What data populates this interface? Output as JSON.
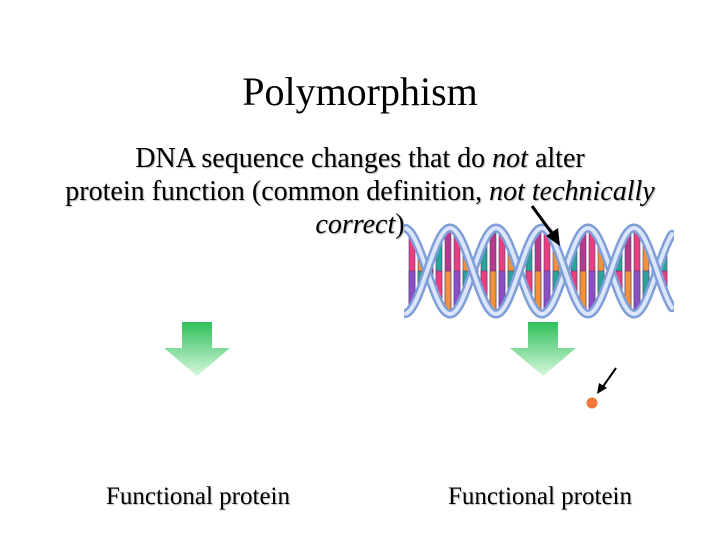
{
  "slide": {
    "title": "Polymorphism",
    "subtitle": {
      "line1_a": "DNA sequence changes that do ",
      "line1_em": "not",
      "line1_b": " alter",
      "line2_a": "protein function (common definition, ",
      "line2_em": "not technically",
      "line3_em": "correct",
      "line3_b": ")"
    },
    "left_label": "Functional protein",
    "right_label": "Functional protein"
  },
  "colors": {
    "arrow_green_top": "#2fbf5a",
    "arrow_green_bottom": "#d6f7dc",
    "dna_backbone": "#7f9ed8",
    "dna_backbone_light": "#dbe6fb",
    "base_colors": [
      "#ea3f7f",
      "#f0923a",
      "#8a4fc2",
      "#2aa39a",
      "#b43b8a"
    ],
    "dot": "#f07838"
  },
  "icons": {
    "dna": "dna-double-helix-icon",
    "down_arrow": "down-arrow-icon",
    "pointer": "pointer-arrow-icon"
  }
}
